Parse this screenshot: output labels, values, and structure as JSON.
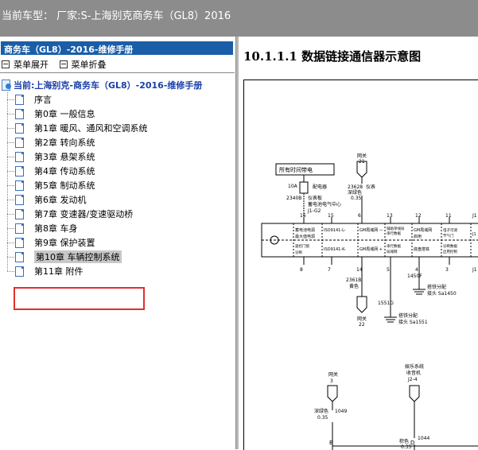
{
  "titlebar": {
    "text": "当前车型： 厂家:S-上海别克商务车（GL8）2016"
  },
  "left_pane": {
    "header": "商务车（GL8）-2016-维修手册",
    "toolbar": {
      "expand_label": "菜单展开",
      "collapse_label": "菜单折叠"
    },
    "tree": {
      "root_label": "当前:上海别克-商务车（GL8）-2016-维修手册",
      "items": [
        {
          "label": "序言"
        },
        {
          "label": "第0章 一般信息"
        },
        {
          "label": "第1章 暖风、通风和空调系统"
        },
        {
          "label": "第2章 转向系统"
        },
        {
          "label": "第3章 悬架系统"
        },
        {
          "label": "第4章 传动系统"
        },
        {
          "label": "第5章 制动系统"
        },
        {
          "label": "第6章 发动机"
        },
        {
          "label": "第7章 变速器/变速驱动桥"
        },
        {
          "label": "第8章 车身"
        },
        {
          "label": "第9章 保护装置"
        },
        {
          "label": "第10章 车辆控制系统",
          "selected": true
        },
        {
          "label": "第11章 附件"
        }
      ]
    }
  },
  "document": {
    "title": "10.1.1.1 数据链接通信器示意图",
    "diagram": {
      "box_power": "所有时间带电",
      "fuse_amp": "10A",
      "fuse_label": "配电器",
      "fuse_wire_id": "2340B",
      "fuse_wire_desc1": "仪表板",
      "fuse_wire_desc2": "蓄电池电气中心",
      "fuse_connector": "J1-G2",
      "splice_top_name": "网关",
      "splice_top_num": "21",
      "wire_23628": "23628",
      "wire_23628_desc": "仪表",
      "wire_23628_color": "深绿色",
      "wire_23628_gauge": "0.35",
      "pin_top_16": "16",
      "pin_top_15": "15",
      "pin_top_6": "6",
      "pin_top_13": "13",
      "pin_top_12": "12",
      "pin_top_11": "11",
      "pin_top_j1": "J1",
      "cell_1a": "蓄电池电源",
      "cell_1b": "最大值电源",
      "cell_2": "ISO9141-L-",
      "cell_3": "GM局域网 —",
      "cell_4a": "辅助单线局",
      "cell_4b": "串行数据",
      "cell_5a": "GM局域网",
      "cell_5b": "启用",
      "cell_6a": "电子可调",
      "cell_6b": "节气门",
      "cell_7": "J1",
      "cell_b1a": "遥控门锁",
      "cell_b1b": "诊断",
      "cell_b2": "ISO9141-K-",
      "cell_b3": "GM局域网 +",
      "cell_b4a": "串行数据",
      "cell_b4b": "局域网",
      "cell_b5a": "底盘搭铁",
      "cell_b6a": "诊断数据",
      "cell_b6b": "启用控制",
      "pin_bot_8": "8",
      "pin_bot_7": "7",
      "pin_bot_14": "14",
      "pin_bot_5": "5",
      "pin_bot_4": "4",
      "pin_bot_3": "3",
      "pin_bot_j1": "J1",
      "wire_2361b": "2361B",
      "wire_2361b_color": "黄色",
      "wire_1551g": "1551G",
      "wire_1450f": "1450F",
      "ground_a_label": "搭铁分配",
      "ground_a_id": "接头 Sa1450",
      "ground_b_label": "搭铁分配",
      "ground_b_id": "接头 Sa1551",
      "splice_mid_name": "网关",
      "splice_mid_num": "22",
      "splice_left_name": "网关",
      "splice_left_num": "3",
      "radio_name1": "娱乐系统",
      "radio_name2": "收音机",
      "radio_conn": "J2-4",
      "wire_1049_color": "深绿色",
      "wire_1049": "1049",
      "wire_1049_gauge": "0.35",
      "wire_1044_color": "棕色",
      "wire_1044": "1044",
      "wire_1044_gauge": "0.35",
      "bottom_b": "B",
      "bottom_d": "D"
    }
  }
}
